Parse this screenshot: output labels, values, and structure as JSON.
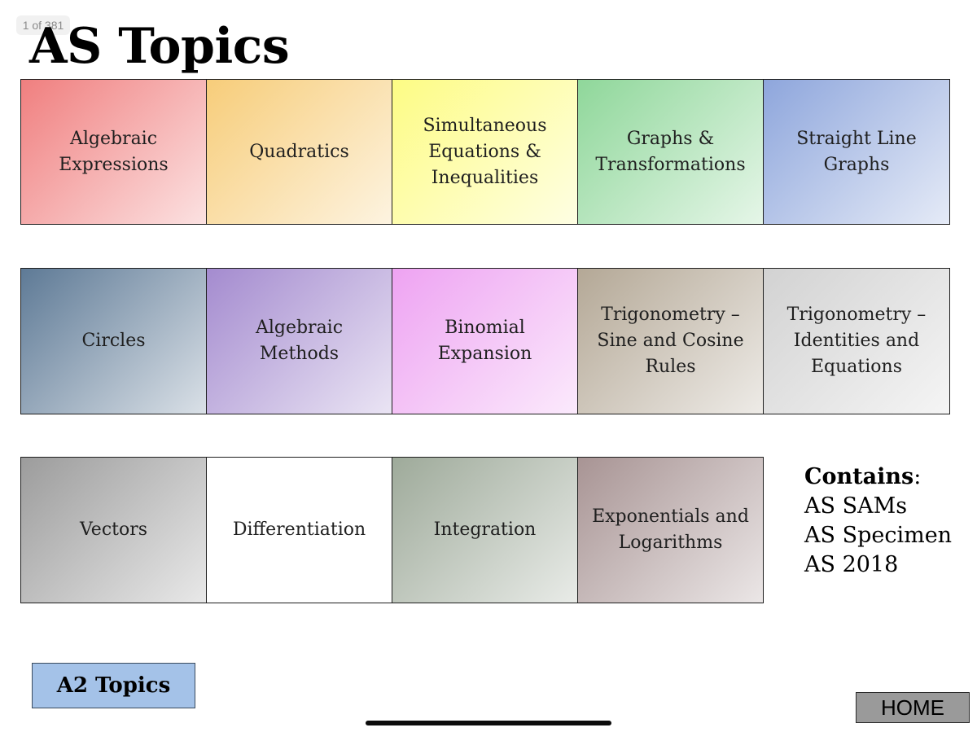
{
  "page_indicator": "1 of 381",
  "title": "AS Topics",
  "topics": [
    {
      "label": "Algebraic Expressions",
      "color": "#f07f7f"
    },
    {
      "label": "Quadratics",
      "color": "#f7cd7a"
    },
    {
      "label": "Simultaneous Equations & Inequalities",
      "color": "#fdfc84"
    },
    {
      "label": "Graphs & Transformations",
      "color": "#8fd79a"
    },
    {
      "label": "Straight Line Graphs",
      "color": "#8ea6dc"
    },
    {
      "label": "Circles",
      "color": "#5e7a96"
    },
    {
      "label": "Algebraic Methods",
      "color": "#a48bcf"
    },
    {
      "label": "Binomial Expansion",
      "color": "#eea3f2"
    },
    {
      "label": "Trigonometry – Sine and Cosine Rules",
      "color": "#b4a896"
    },
    {
      "label": "Trigonometry – Identities and Equations",
      "color": "#d2d2d2"
    },
    {
      "label": "Vectors",
      "color": "#9c9c9c"
    },
    {
      "label": "Differentiation",
      "color": "#ffffff"
    },
    {
      "label": "Integration",
      "color": "#9eaa9a"
    },
    {
      "label": "Exponentials and Logarithms",
      "color": "#a89494"
    }
  ],
  "contains": {
    "title": "Contains",
    "colon": ":",
    "items": [
      "AS SAMs",
      "AS Specimen",
      "AS 2018"
    ]
  },
  "buttons": {
    "a2_topics": "A2 Topics",
    "home": "HOME"
  }
}
